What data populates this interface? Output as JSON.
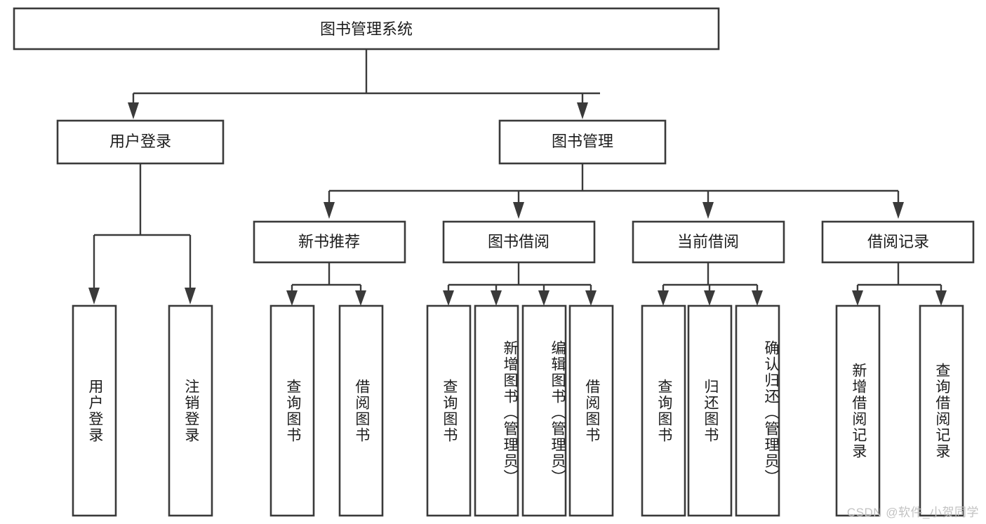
{
  "diagram": {
    "title_node": {
      "label": "图书管理系统"
    },
    "level1": [
      {
        "id": "user-login",
        "label": "用户登录"
      },
      {
        "id": "book-management",
        "label": "图书管理"
      }
    ],
    "level2": [
      {
        "id": "new-book-recommend",
        "label": "新书推荐"
      },
      {
        "id": "book-borrow",
        "label": "图书借阅"
      },
      {
        "id": "current-borrow",
        "label": "当前借阅"
      },
      {
        "id": "borrow-record",
        "label": "借阅记录"
      }
    ],
    "leaves": [
      {
        "id": "leaf-user-login",
        "label": "用户登录",
        "parent": "user-login"
      },
      {
        "id": "leaf-logout-login",
        "label": "注销登录",
        "parent": "user-login"
      },
      {
        "id": "leaf-query-book-1",
        "label": "查询图书",
        "parent": "new-book-recommend"
      },
      {
        "id": "leaf-borrow-book-1",
        "label": "借阅图书",
        "parent": "new-book-recommend"
      },
      {
        "id": "leaf-query-book-2",
        "label": "查询图书",
        "parent": "book-borrow"
      },
      {
        "id": "leaf-add-book",
        "label": "新增图书（管理员）",
        "parent": "book-borrow"
      },
      {
        "id": "leaf-edit-book",
        "label": "编辑图书（管理员）",
        "parent": "book-borrow"
      },
      {
        "id": "leaf-borrow-book-2",
        "label": "借阅图书",
        "parent": "book-borrow"
      },
      {
        "id": "leaf-query-book-3",
        "label": "查询图书",
        "parent": "current-borrow"
      },
      {
        "id": "leaf-return-book",
        "label": "归还图书",
        "parent": "current-borrow"
      },
      {
        "id": "leaf-confirm-return",
        "label": "确认归还（管理员）",
        "parent": "current-borrow"
      },
      {
        "id": "leaf-add-record",
        "label": "新增借阅记录",
        "parent": "borrow-record"
      },
      {
        "id": "leaf-query-record",
        "label": "查询借阅记录",
        "parent": "borrow-record"
      }
    ],
    "colors": {
      "stroke": "#3a3a3a",
      "fill": "#ffffff",
      "text": "#1c1c1c",
      "watermark": "#c2c2c2"
    }
  },
  "watermark": {
    "text": "CSDN @软件_小贺同学"
  }
}
